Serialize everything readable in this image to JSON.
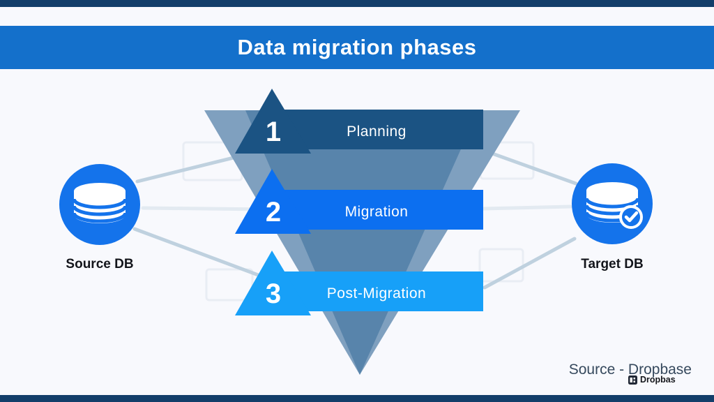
{
  "header": {
    "title": "Data migration phases"
  },
  "diagram": {
    "source_db": {
      "label": "Source DB"
    },
    "target_db": {
      "label": "Target DB"
    },
    "phases": [
      {
        "number": "1",
        "label": "Planning",
        "color": "#1B5383"
      },
      {
        "number": "2",
        "label": "Migration",
        "color": "#0C6FF0"
      },
      {
        "number": "3",
        "label": "Post-Migration",
        "color": "#17A0F8"
      }
    ],
    "funnel_colors": {
      "outer": "#7FA0BF",
      "inner": "#5884AB"
    },
    "icons": [
      "database-icon",
      "database-check-icon"
    ]
  },
  "footer": {
    "attribution": "Source - Dropbase",
    "watermark": "Dropbas"
  },
  "colors": {
    "background": "#F8F9FD",
    "banner": "#1470CB",
    "accent_bar": "#133E6A",
    "node_circle": "#1473EB",
    "connector": "#BFD1DF",
    "connector_faint": "#E3EAF1",
    "title_text": "#FFFFFF",
    "label_text": "#13151B",
    "attribution_text": "#36495D"
  }
}
